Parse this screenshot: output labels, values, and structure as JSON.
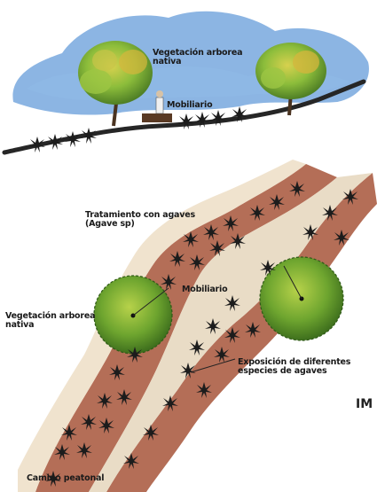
{
  "labels": {
    "veg_arborea_nativa_top": "Vegetación arborea\nnativa",
    "mobiliario_top": "Mobiliario",
    "tratamiento_agaves": "Tratamiento con agaves\n(Agave sp)",
    "mobiliario_plan": "Mobiliario",
    "veg_arborea_nativa_plan": "Vegetación arborea\nnativa",
    "exposicion_agaves": "Exposición de diferentes\nespecies de agaves",
    "camino_peatonal": "Camino peatonal",
    "corner_text": "IM"
  },
  "colors": {
    "sky": "#5c95d6",
    "ground_line": "#262626",
    "earth": "#a7553a",
    "path": "#e9dcc6",
    "tree_green": "#7fb13c",
    "tree_yellow": "#c9b53a",
    "agave": "#1c1c1c"
  },
  "icons": [
    "tree-icon",
    "bench-icon",
    "agave-icon"
  ]
}
